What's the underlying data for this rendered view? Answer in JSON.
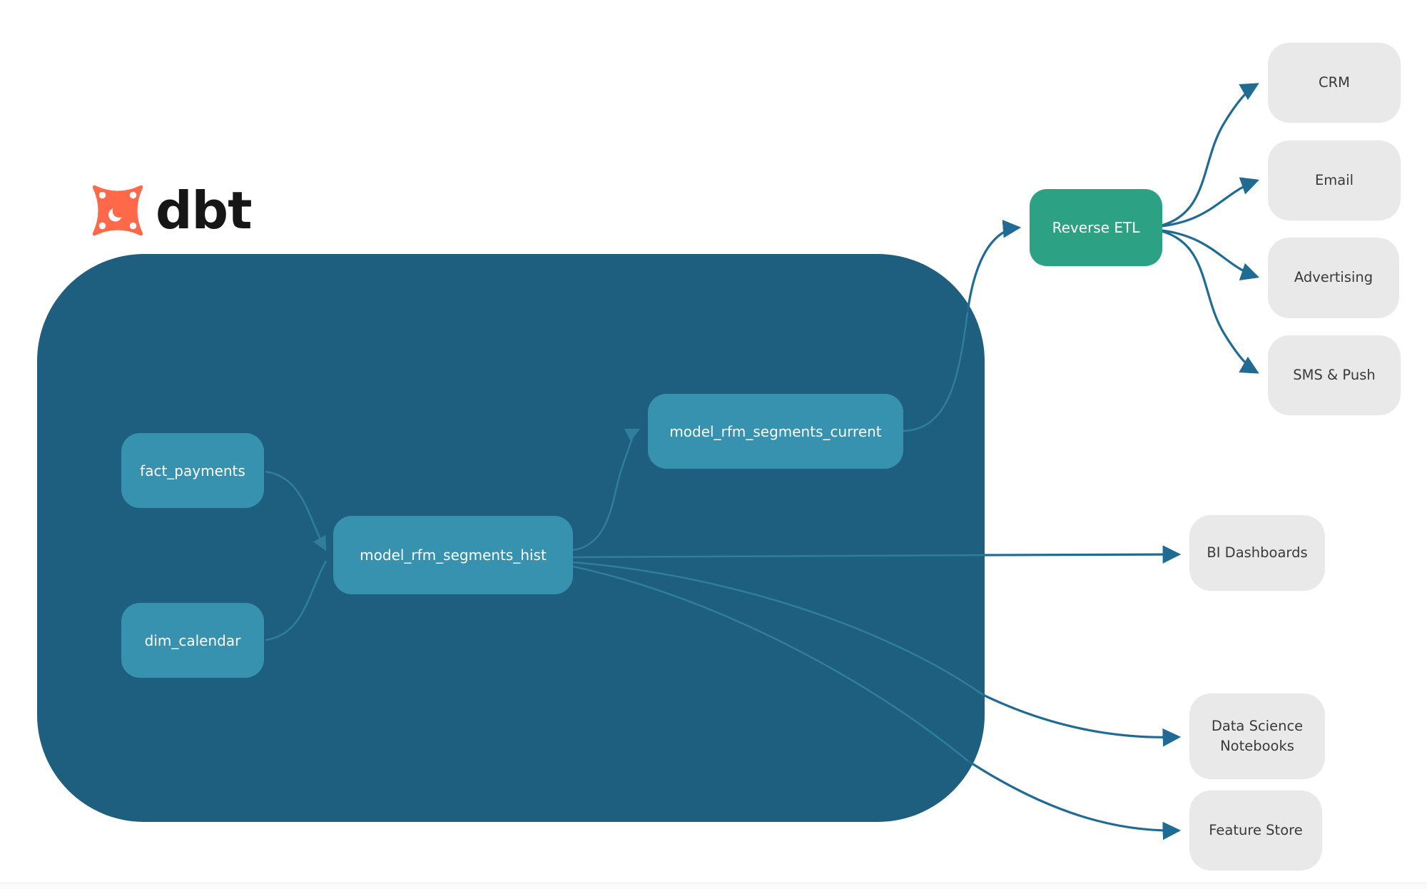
{
  "logo": {
    "text": "dbt"
  },
  "colors": {
    "dbt_orange": "#FF694A",
    "container_bg": "#1e5e7e",
    "model_node_fill": "#3792b0",
    "green_node_fill": "#2ca183",
    "gray_node_fill": "#e9e9e9",
    "edge_inside": "#2f7e9c",
    "edge_outside": "#1f6b94",
    "gray_text": "#3a3a3a"
  },
  "nodes": {
    "fact_payments": {
      "label": "fact_payments"
    },
    "dim_calendar": {
      "label": "dim_calendar"
    },
    "model_rfm_segments_hist": {
      "label": "model_rfm_segments_hist"
    },
    "model_rfm_segments_current": {
      "label": "model_rfm_segments_current"
    },
    "reverse_etl": {
      "label": "Reverse ETL"
    },
    "crm": {
      "label": "CRM"
    },
    "email": {
      "label": "Email"
    },
    "advertising": {
      "label": "Advertising"
    },
    "sms_push": {
      "label": "SMS & Push"
    },
    "bi_dashboards": {
      "label": "BI Dashboards"
    },
    "data_science_notebooks": {
      "label": "Data Science Notebooks"
    },
    "feature_store": {
      "label": "Feature Store"
    }
  },
  "edges": [
    {
      "from": "fact_payments",
      "to": "model_rfm_segments_hist"
    },
    {
      "from": "dim_calendar",
      "to": "model_rfm_segments_hist"
    },
    {
      "from": "model_rfm_segments_hist",
      "to": "model_rfm_segments_current"
    },
    {
      "from": "model_rfm_segments_current",
      "to": "reverse_etl"
    },
    {
      "from": "model_rfm_segments_hist",
      "to": "bi_dashboards"
    },
    {
      "from": "model_rfm_segments_hist",
      "to": "data_science_notebooks"
    },
    {
      "from": "model_rfm_segments_hist",
      "to": "feature_store"
    },
    {
      "from": "reverse_etl",
      "to": "crm"
    },
    {
      "from": "reverse_etl",
      "to": "email"
    },
    {
      "from": "reverse_etl",
      "to": "advertising"
    },
    {
      "from": "reverse_etl",
      "to": "sms_push"
    }
  ]
}
